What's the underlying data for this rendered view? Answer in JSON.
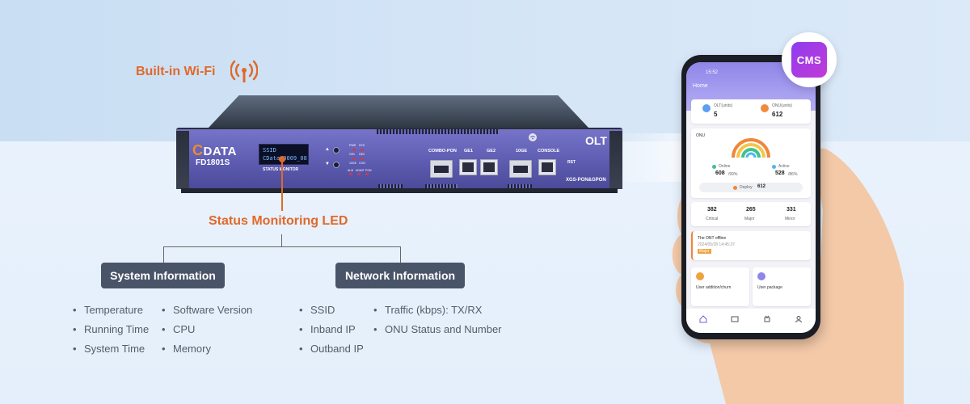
{
  "wifi": {
    "label": "Built-in Wi-Fi"
  },
  "device": {
    "brand": "DATA",
    "brand_initial": "C",
    "model": "FD1801S",
    "lcd_line1": "SSID",
    "lcd_line2": "CData_0009_08",
    "lcd_caption": "STATUS MONITOR",
    "leds": [
      "PWR",
      "SYS",
      "GE1",
      "GE2",
      "10GE",
      "CON",
      "ALM",
      "ADMIT",
      "PON"
    ],
    "ports": {
      "combo": "COMBO-PON",
      "ge1": "GE1",
      "ge2": "GE2",
      "tenge": "10GE",
      "console": "CONSOLE"
    },
    "rst": "RST",
    "olt": "OLT",
    "xgs": "XGS-PON&GPON"
  },
  "status_title": "Status Monitoring LED",
  "system": {
    "title": "System Information",
    "col1": [
      "Temperature",
      "Running Time",
      "System Time"
    ],
    "col2": [
      "Software Version",
      "CPU",
      "Memory"
    ]
  },
  "network": {
    "title": "Network Information",
    "col1": [
      "SSID",
      "Inband IP",
      "Outband IP"
    ],
    "col2": [
      "Traffic (kbps): TX/RX",
      "ONU Status and Number"
    ]
  },
  "app": {
    "badge": "CMS",
    "time": "15:52",
    "home": "Home",
    "olt_label": "OLT(units)",
    "olt_count": "5",
    "onu_label": "ONU(units)",
    "onu_count": "612",
    "onu_section": "ONU",
    "online_label": "Online",
    "online_count": "608",
    "online_pct": "/99%",
    "active_label": "Active",
    "active_count": "528",
    "active_pct": "/86%",
    "deploy_label": "Deploy",
    "deploy_count": "612",
    "alarm_critical_count": "382",
    "alarm_critical_label": "Critical",
    "alarm_major_count": "265",
    "alarm_major_label": "Major",
    "alarm_minor_count": "331",
    "alarm_minor_label": "Minor",
    "event_title": "The ONT offline",
    "event_time": "2024/05/28 14:45:37",
    "event_badge": "Major",
    "tile1": "User addition/churn",
    "tile2": "User package"
  },
  "colors": {
    "accent": "#e0692a",
    "pill": "#4a5468",
    "device": "#6261b8",
    "app_header": "#8f86e9"
  }
}
